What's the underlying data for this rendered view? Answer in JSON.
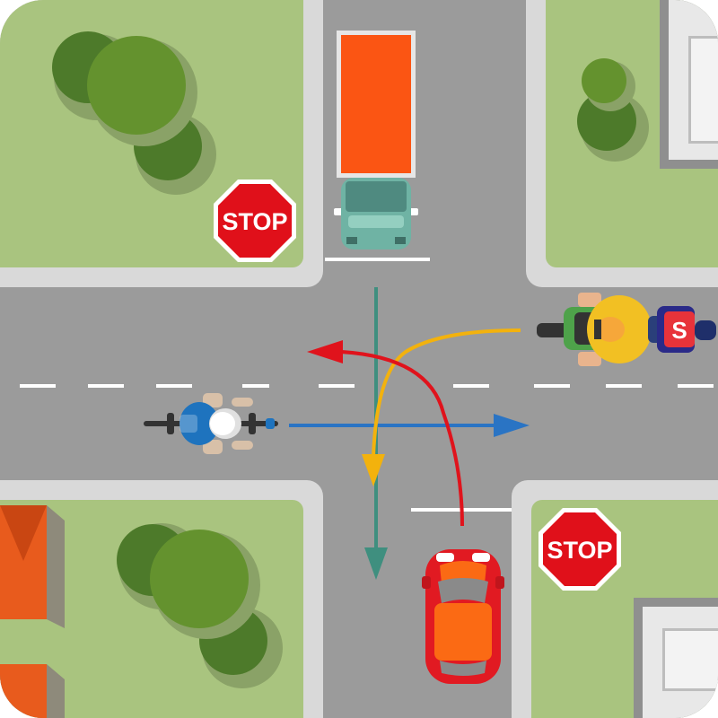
{
  "scene": {
    "kind": "intersection-top-view",
    "signs": [
      {
        "id": "stop-sign-top-left",
        "text": "STOP"
      },
      {
        "id": "stop-sign-bottom-right",
        "text": "STOP"
      }
    ],
    "motorcycle_plate": "S",
    "colors": {
      "grass": "#a9c47f",
      "road": "#9b9b9b",
      "curb": "#d9d9d9",
      "marking": "#ffffff",
      "stop_sign": "#e0101a",
      "truck_cargo": "#fb5513",
      "truck_cab": "#6fb3a4",
      "car": "#e11a22",
      "motorcycle": "#f2c023",
      "cyclist": "#1e73be",
      "arrow_truck": "#3f8f7f",
      "arrow_car": "#e0131c",
      "arrow_motorcycle": "#f3b20d",
      "arrow_cyclist": "#2a74c4"
    },
    "icons": [
      "tree-icon",
      "house-icon",
      "truck-icon",
      "car-icon",
      "motorcycle-icon",
      "bicycle-icon",
      "stop-sign-icon",
      "arrow-icon"
    ]
  }
}
